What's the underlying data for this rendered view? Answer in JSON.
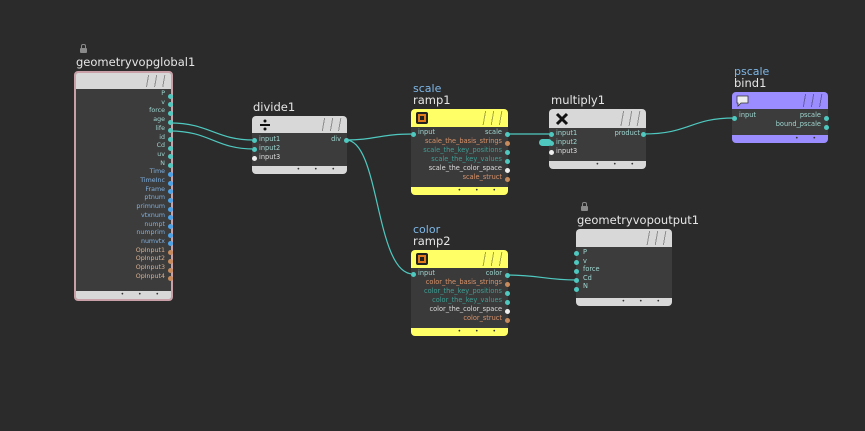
{
  "colors": {
    "background": "#2b2b2b",
    "node_body": "#3c3c3c",
    "wire": "#4fc9c0",
    "ramp_header": "#ffff66",
    "bind_header": "#9b8cff",
    "global_border": "#caa0a8",
    "pin_teal": "#4fc9c0",
    "pin_blue": "#4aa3e8",
    "pin_white": "#eeeeee",
    "pin_orange": "#c78a5a"
  },
  "nodes": {
    "global": {
      "title": "geometryvopglobal1",
      "outputs": [
        "P",
        "v",
        "force",
        "age",
        "life",
        "id",
        "Cd",
        "uv",
        "N",
        "Time",
        "TimeInc",
        "Frame",
        "ptnum",
        "primnum",
        "vtxnum",
        "numpt",
        "numprim",
        "numvtx",
        "OpInput1",
        "OpInput2",
        "OpInput3",
        "OpInput4"
      ],
      "footer": "• • •"
    },
    "divide": {
      "title": "divide1",
      "icon": "divide-icon",
      "inputs": [
        "input1",
        "input2",
        "input3"
      ],
      "output": "div",
      "footer": "• • •"
    },
    "scale_ramp": {
      "subtitle": "scale",
      "title": "ramp1",
      "icon": "ramp-icon",
      "input": "input",
      "output": "scale",
      "params": [
        "scale_the_basis_strings",
        "scale_the_key_positions",
        "scale_the_key_values",
        "scale_the_color_space",
        "scale_struct"
      ],
      "footer": "• • •"
    },
    "multiply": {
      "title": "multiply1",
      "icon": "multiply-icon",
      "inputs": [
        "input1",
        "input2",
        "input3"
      ],
      "output": "product",
      "footer": "• • •"
    },
    "bind": {
      "subtitle": "pscale",
      "title": "bind1",
      "icon": "bind-icon",
      "input": "input",
      "outputs": [
        "pscale",
        "bound_pscale"
      ],
      "footer": "• •"
    },
    "color_ramp": {
      "subtitle": "color",
      "title": "ramp2",
      "icon": "ramp-icon",
      "input": "input",
      "output": "color",
      "params": [
        "color_the_basis_strings",
        "color_the_key_positions",
        "color_the_key_values",
        "color_the_color_space",
        "color_struct"
      ],
      "footer": "• • •"
    },
    "output": {
      "title": "geometryvopoutput1",
      "inputs": [
        "P",
        "v",
        "force",
        "Cd",
        "N"
      ],
      "footer": "• • •"
    }
  }
}
